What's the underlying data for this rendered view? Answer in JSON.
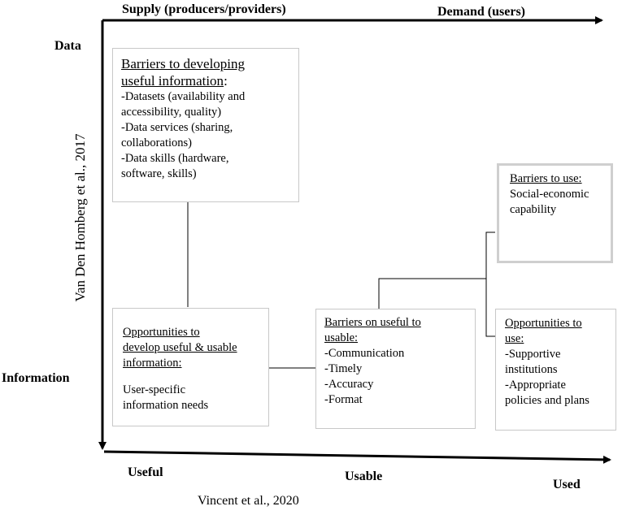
{
  "axes": {
    "top_left": "Supply (producers/providers)",
    "top_right": "Demand (users)",
    "left_top": "Data",
    "left_bottom": "Information",
    "vertical_citation": "Van Den Homberg et al., 2017",
    "bottom_left": "Useful",
    "bottom_mid": "Usable",
    "bottom_right": "Used",
    "bottom_citation": "Vincent et al.,  2020"
  },
  "boxes": {
    "barriers_dev": {
      "heading": [
        "Barriers to developing",
        "useful information"
      ],
      "heading_suffix": ":",
      "lines": [
        "-Datasets (availability and",
        "accessibility, quality)",
        "-Data services (sharing,",
        "collaborations)",
        "-Data skills (hardware,",
        "software, skills)"
      ]
    },
    "opportunities_dev": {
      "heading": [
        "Opportunities to",
        "develop useful & usable",
        "information:"
      ],
      "lines": [
        "User-specific",
        "information needs"
      ]
    },
    "barriers_usable": {
      "heading": [
        "Barriers on useful to",
        "usable:"
      ],
      "lines": [
        "-Communication",
        "-Timely",
        "-Accuracy",
        "-Format"
      ]
    },
    "barriers_use": {
      "heading": [
        "Barriers to use:"
      ],
      "lines": [
        "Social-economic",
        "capability"
      ]
    },
    "opportunities_use": {
      "heading": [
        "Opportunities to",
        "use:"
      ],
      "lines": [
        "-Supportive",
        "institutions",
        "-Appropriate",
        "policies and plans"
      ]
    }
  }
}
